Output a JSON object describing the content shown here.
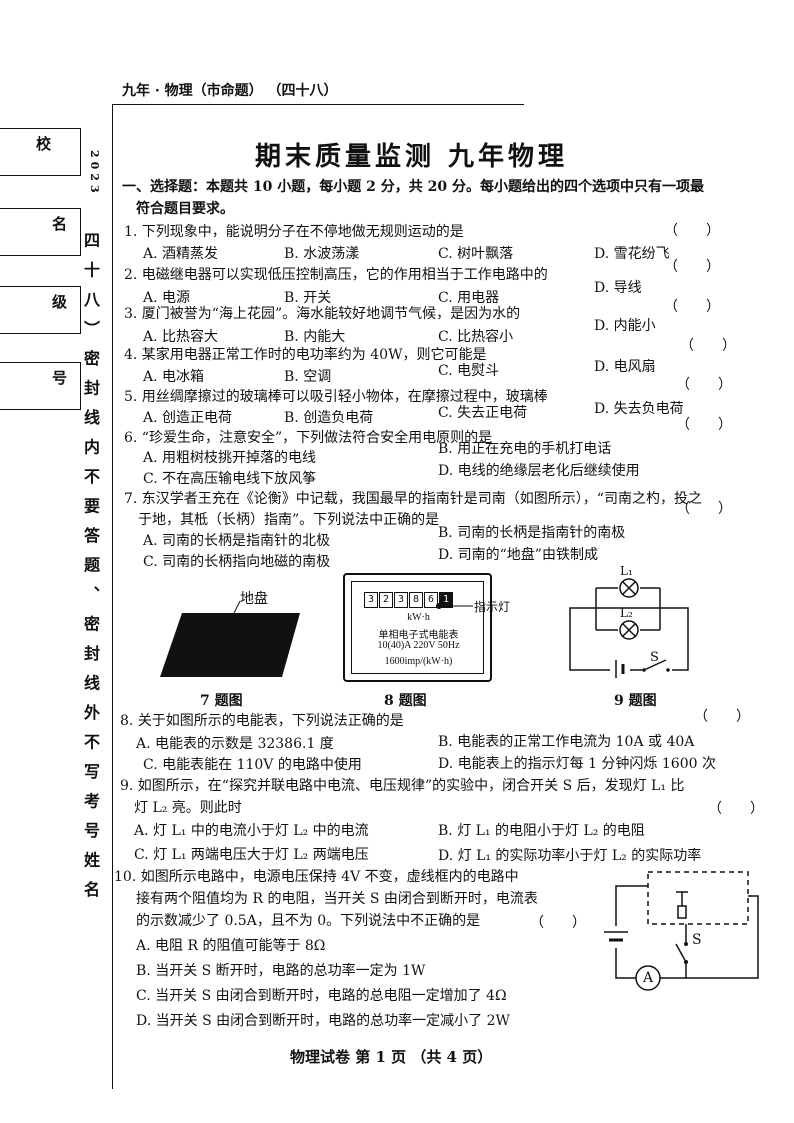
{
  "side": {
    "school": "校",
    "name": "名",
    "class": "级",
    "number": "号",
    "year_vertical": "2023",
    "seal_vertical": "四十八）密封线内不要答题、密封线外不写考号姓名"
  },
  "header": {
    "text": "九年 · 物理（市命题）  （四十八）"
  },
  "title": "期末质量监测  九年物理",
  "section1": {
    "line1": "一、选择题：本题共 10 小题，每小题 2 分，共 20 分。每小题给出的四个选项中只有一项最",
    "line2": "符合题目要求。"
  },
  "q1": {
    "stem": "1. 下列现象中，能说明分子在不停地做无规则运动的是",
    "paren": "（　　）",
    "a": "A. 酒精蒸发",
    "b": "B. 水波荡漾",
    "c": "C. 树叶飘落",
    "d": "D. 雪花纷飞"
  },
  "q2": {
    "stem": "2. 电磁继电器可以实现低压控制高压，它的作用相当于工作电路中的",
    "paren": "（　　）",
    "a": "A. 电源",
    "b": "B. 开关",
    "c": "C. 用电器",
    "d": "D. 导线"
  },
  "q3": {
    "stem": "3. 厦门被誉为“海上花园”。海水能较好地调节气候，是因为水的",
    "paren": "（　　）",
    "a": "A. 比热容大",
    "b": "B. 内能大",
    "c": "C. 比热容小",
    "d": "D. 内能小"
  },
  "q4": {
    "stem": "4. 某家用电器正常工作时的电功率约为 40W，则它可能是",
    "paren": "（　　）",
    "a": "A. 电冰箱",
    "b": "B. 空调",
    "c": "C. 电熨斗",
    "d": "D. 电风扇"
  },
  "q5": {
    "stem": "5. 用丝绸摩擦过的玻璃棒可以吸引轻小物体，在摩擦过程中，玻璃棒",
    "paren": "（　　）",
    "a": "A. 创造正电荷",
    "b": "B. 创造负电荷",
    "c": "C. 失去正电荷",
    "d": "D. 失去负电荷"
  },
  "q6": {
    "stem": "6. “珍爱生命，注意安全”，下列做法符合安全用电原则的是",
    "paren": "（　　）",
    "a": "A. 用粗树枝挑开掉落的电线",
    "b": "B. 用正在充电的手机打电话",
    "c": "C. 不在高压输电线下放风筝",
    "d": "D. 电线的绝缘层老化后继续使用"
  },
  "q7": {
    "stem1": "7. 东汉学者王充在《论衡》中记载，我国最早的指南针是司南（如图所示），“司南之杓，投之",
    "stem2": "于地，其柢（长柄）指南”。下列说法中正确的是",
    "paren": "（　　）",
    "a": "A. 司南的长柄是指南针的北极",
    "b": "B. 司南的长柄是指南针的南极",
    "c": "C. 司南的长柄指向地磁的南极",
    "d": "D. 司南的“地盘”由铁制成"
  },
  "figs": {
    "f7_label": "地盘",
    "f7_cap": "7 题图",
    "f8_cap": "8 题图",
    "f8_indicator": "指示灯",
    "f8_digits": [
      "3",
      "2",
      "3",
      "8",
      "6",
      "1"
    ],
    "f8_unit": "kW·h",
    "f8_line1": "单相电子式电能表",
    "f8_line2": "10(40)A  220V  50Hz",
    "f8_line3": "1600imp/(kW·h)",
    "f9_cap": "9 题图",
    "f9_l1": "L₁",
    "f9_l2": "L₂",
    "f9_s": "S"
  },
  "q8": {
    "stem": "8. 关于如图所示的电能表，下列说法正确的是",
    "paren": "（　　）",
    "a": "A. 电能表的示数是 32386.1 度",
    "b": "B. 电能表的正常工作电流为 10A 或 40A",
    "c": "C. 电能表能在 110V 的电路中使用",
    "d": "D. 电能表上的指示灯每 1 分钟闪烁 1600 次"
  },
  "q9": {
    "stem1": "9. 如图所示，在“探究并联电路中电流、电压规律”的实验中，闭合开关 S 后，发现灯 L₁ 比",
    "stem2": "灯 L₂ 亮。则此时",
    "paren": "（　　）",
    "a": "A. 灯 L₁ 中的电流小于灯 L₂ 中的电流",
    "b": "B. 灯 L₁ 的电阻小于灯 L₂ 的电阻",
    "c": "C. 灯 L₁ 两端电压大于灯 L₂ 两端电压",
    "d": "D. 灯 L₁ 的实际功率小于灯 L₂ 的实际功率"
  },
  "q10": {
    "stem1": "10. 如图所示电路中，电源电压保持 4V 不变，虚线框内的电路中",
    "stem2": "接有两个阻值均为 R 的电阻，当开关 S 由闭合到断开时，电流表",
    "stem3": "的示数减少了 0.5A，且不为 0。下列说法中不正确的是",
    "paren": "（　　）",
    "a": "A. 电阻 R 的阻值可能等于 8Ω",
    "b": "B. 当开关 S 断开时，电路的总功率一定为 1W",
    "c": "C. 当开关 S 由闭合到断开时，电路的总电阻一定增加了 4Ω",
    "d": "D. 当开关 S 由闭合到断开时，电路的总功率一定减小了 2W",
    "fig_s": "S",
    "fig_a": "A"
  },
  "footer": "物理试卷  第 1 页  （共 4 页）"
}
